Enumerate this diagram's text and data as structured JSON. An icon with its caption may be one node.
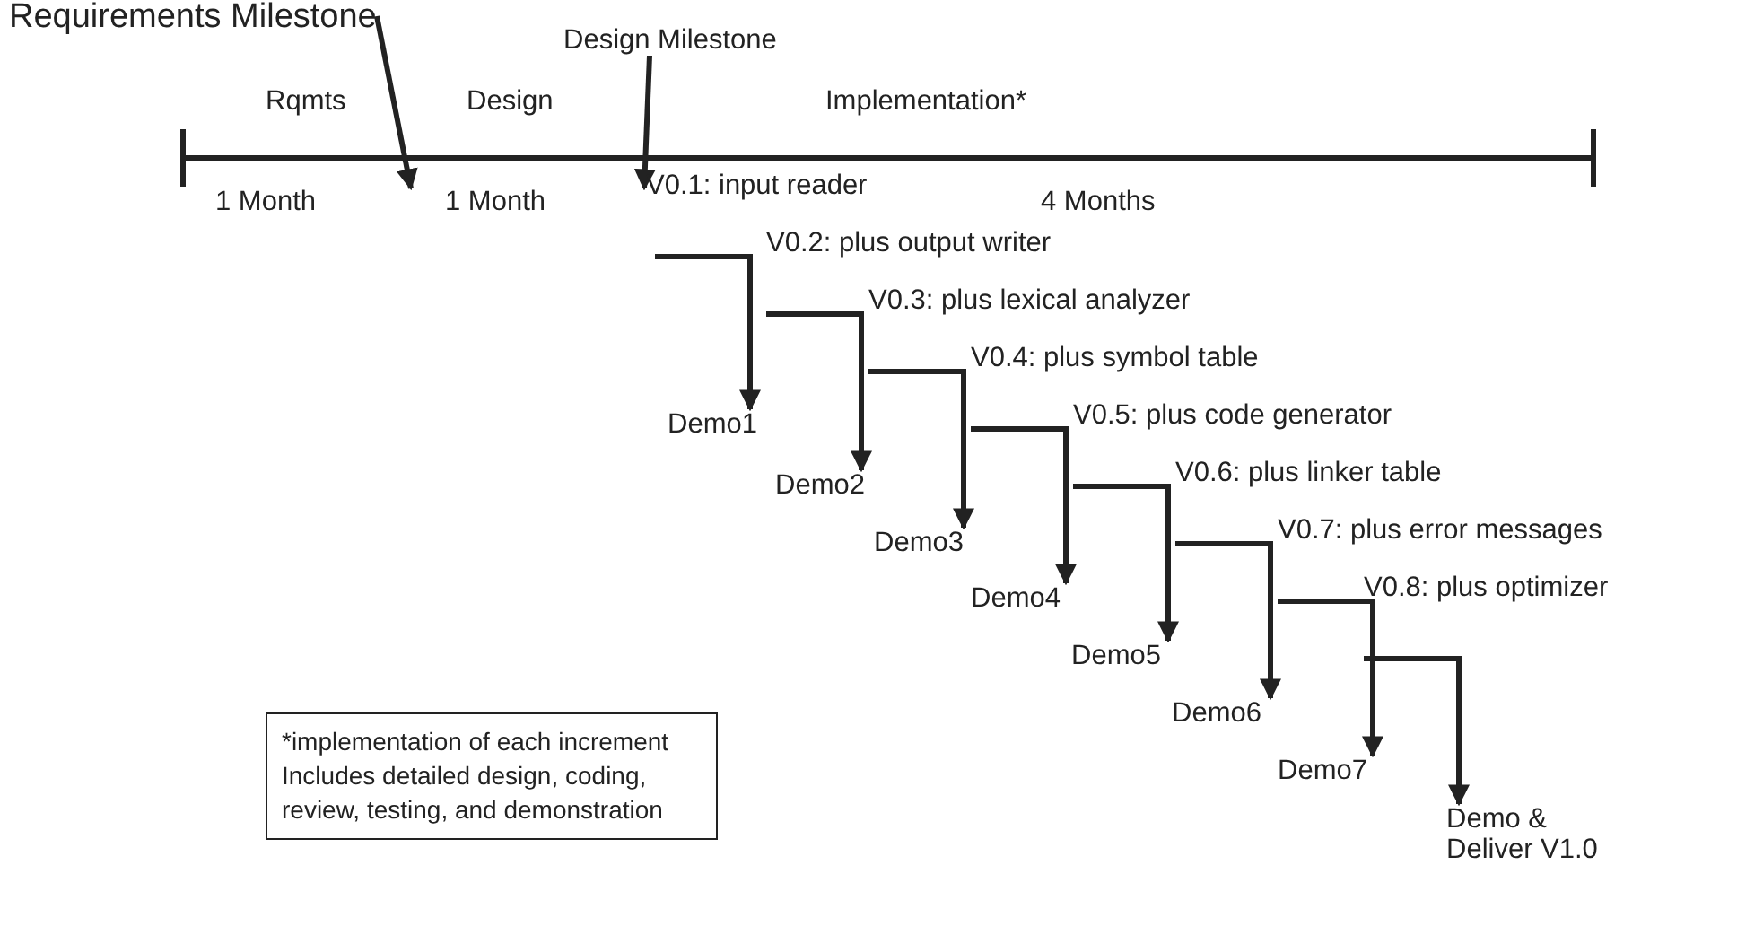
{
  "diagram": {
    "nodes": [
      {
        "text": [
          "Requirements Milestone"
        ]
      },
      {
        "text": [
          "Design Milestone"
        ]
      },
      {
        "text": [
          "V0.1: input reader"
        ]
      },
      {
        "text": [
          "V0.2: plus output writer"
        ]
      },
      {
        "text": [
          "V0.3: plus lexical analyzer"
        ]
      },
      {
        "text": [
          "V0.4: plus symbol table"
        ]
      },
      {
        "text": [
          "V0.5: plus code generator"
        ]
      },
      {
        "text": [
          "V0.6: plus linker table"
        ]
      },
      {
        "text": [
          "V0.7: plus error messages"
        ]
      },
      {
        "text": [
          "V0.8: plus optimizer"
        ]
      },
      {
        "text": [
          "Demo1"
        ]
      },
      {
        "text": [
          "Demo2"
        ]
      },
      {
        "text": [
          "Demo3"
        ]
      },
      {
        "text": [
          "Demo4"
        ]
      },
      {
        "text": [
          "Demo5"
        ]
      },
      {
        "text": [
          "Demo6"
        ]
      },
      {
        "text": [
          "Demo7"
        ]
      },
      {
        "text": [
          "Demo & Deliver V1.0"
        ]
      },
      {
        "text": [
          "*implementation of each increment Includes detailed design, coding, review, testing, and demonstration"
        ]
      }
    ],
    "edges": [
      {
        "from": 0,
        "to": null,
        "arrow": "to"
      },
      {
        "from": 1,
        "to": 2,
        "arrow": "to"
      },
      {
        "from": 2,
        "to": 10,
        "arrow": "to"
      },
      {
        "from": 3,
        "to": 11,
        "arrow": "to"
      },
      {
        "from": 4,
        "to": 12,
        "arrow": "to"
      },
      {
        "from": 5,
        "to": 13,
        "arrow": "to"
      },
      {
        "from": 6,
        "to": 14,
        "arrow": "to"
      },
      {
        "from": 7,
        "to": 15,
        "arrow": "to"
      },
      {
        "from": 8,
        "to": 16,
        "arrow": "to"
      },
      {
        "from": 9,
        "to": 17,
        "arrow": "to"
      }
    ],
    "labels": [
      "Rqmts",
      "Design",
      "Implementation*",
      "1 Month",
      "1 Month",
      "4 Months"
    ]
  }
}
